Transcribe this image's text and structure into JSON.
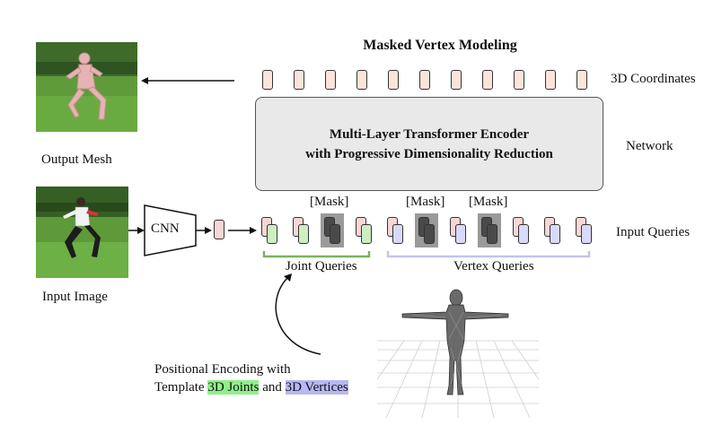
{
  "title": "Masked Vertex Modeling",
  "labels": {
    "coords": "3D Coordinates",
    "network": "Network",
    "input_queries": "Input Queries",
    "output_mesh": "Output Mesh",
    "input_image": "Input Image",
    "cnn": "CNN",
    "joint_queries": "Joint Queries",
    "vertex_queries": "Vertex Queries",
    "mask": "[Mask]"
  },
  "encoder": {
    "line1": "Multi-Layer Transformer Encoder",
    "line2": "with Progressive Dimensionality Reduction"
  },
  "encoding": {
    "line1": "Positional Encoding with",
    "line2_prefix": "Template ",
    "joints": "3D Joints",
    "middle": " and ",
    "vertices": "3D Vertices"
  },
  "colors": {
    "joint_highlight": "#8ff08a",
    "vertex_highlight": "#b8b8f4",
    "query_pink": "#f7d6d6",
    "joint_green": "#cdeec0",
    "vertex_blue": "#d9d9fb",
    "masked": "#4a4a4a"
  }
}
